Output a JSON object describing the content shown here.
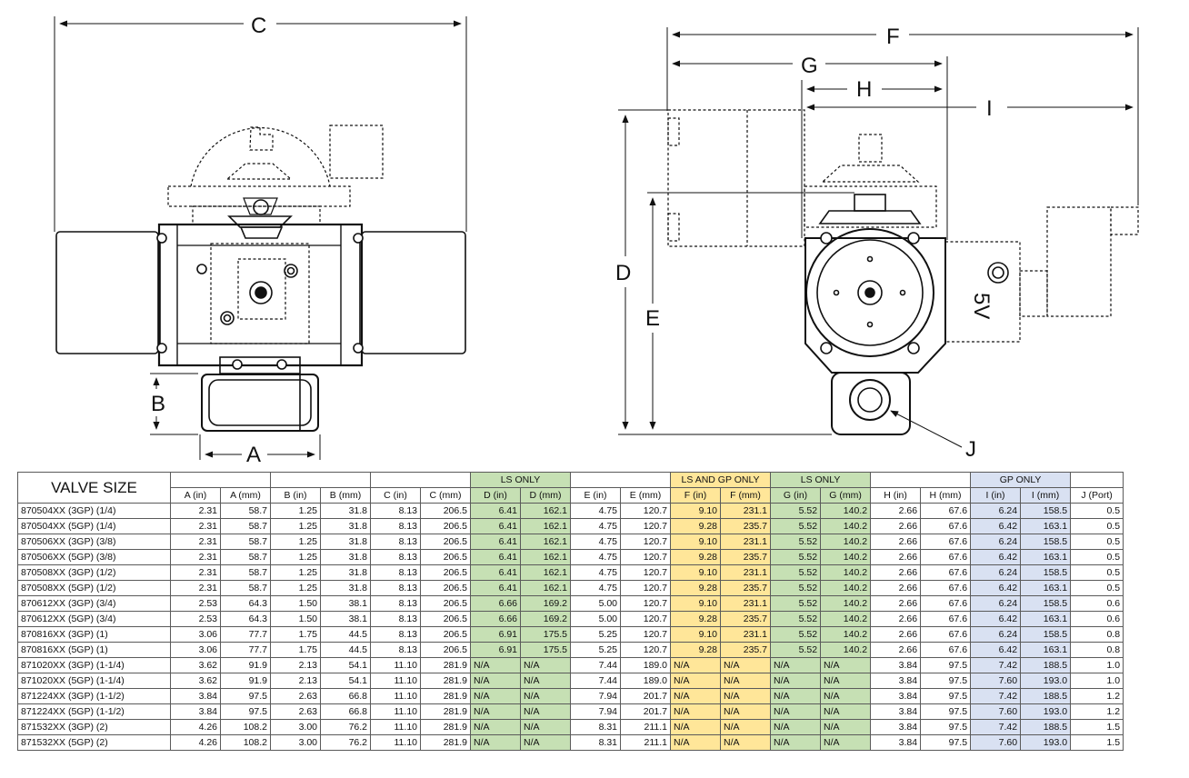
{
  "drawing": {
    "dimension_labels": {
      "A": "A",
      "B": "B",
      "C": "C",
      "D": "D",
      "E": "E",
      "F": "F",
      "G": "G",
      "H": "H",
      "I": "I",
      "J": "J"
    },
    "solenoid_marking": "5V"
  },
  "table": {
    "valve_size_label": "VALVE SIZE",
    "group_labels": {
      "d": "LS ONLY",
      "f": "LS AND GP ONLY",
      "g": "LS ONLY",
      "i": "GP ONLY"
    },
    "columns": [
      "A (in)",
      "A (mm)",
      "B (in)",
      "B (mm)",
      "C (in)",
      "C (mm)",
      "D (in)",
      "D (mm)",
      "E (in)",
      "E (mm)",
      "F (in)",
      "F (mm)",
      "G (in)",
      "G (mm)",
      "H (in)",
      "H (mm)",
      "I (in)",
      "I (mm)",
      "J (Port)"
    ],
    "rows": [
      {
        "name": "870504XX (3GP)  (1/4)",
        "v": [
          "2.31",
          "58.7",
          "1.25",
          "31.8",
          "8.13",
          "206.5",
          "6.41",
          "162.1",
          "4.75",
          "120.7",
          "9.10",
          "231.1",
          "5.52",
          "140.2",
          "2.66",
          "67.6",
          "6.24",
          "158.5",
          "0.5"
        ]
      },
      {
        "name": "870504XX (5GP)  (1/4)",
        "v": [
          "2.31",
          "58.7",
          "1.25",
          "31.8",
          "8.13",
          "206.5",
          "6.41",
          "162.1",
          "4.75",
          "120.7",
          "9.28",
          "235.7",
          "5.52",
          "140.2",
          "2.66",
          "67.6",
          "6.42",
          "163.1",
          "0.5"
        ]
      },
      {
        "name": "870506XX (3GP)  (3/8)",
        "v": [
          "2.31",
          "58.7",
          "1.25",
          "31.8",
          "8.13",
          "206.5",
          "6.41",
          "162.1",
          "4.75",
          "120.7",
          "9.10",
          "231.1",
          "5.52",
          "140.2",
          "2.66",
          "67.6",
          "6.24",
          "158.5",
          "0.5"
        ]
      },
      {
        "name": "870506XX (5GP)  (3/8)",
        "v": [
          "2.31",
          "58.7",
          "1.25",
          "31.8",
          "8.13",
          "206.5",
          "6.41",
          "162.1",
          "4.75",
          "120.7",
          "9.28",
          "235.7",
          "5.52",
          "140.2",
          "2.66",
          "67.6",
          "6.42",
          "163.1",
          "0.5"
        ]
      },
      {
        "name": "870508XX (3GP)  (1/2)",
        "v": [
          "2.31",
          "58.7",
          "1.25",
          "31.8",
          "8.13",
          "206.5",
          "6.41",
          "162.1",
          "4.75",
          "120.7",
          "9.10",
          "231.1",
          "5.52",
          "140.2",
          "2.66",
          "67.6",
          "6.24",
          "158.5",
          "0.5"
        ]
      },
      {
        "name": "870508XX (5GP)  (1/2)",
        "v": [
          "2.31",
          "58.7",
          "1.25",
          "31.8",
          "8.13",
          "206.5",
          "6.41",
          "162.1",
          "4.75",
          "120.7",
          "9.28",
          "235.7",
          "5.52",
          "140.2",
          "2.66",
          "67.6",
          "6.42",
          "163.1",
          "0.5"
        ]
      },
      {
        "name": "870612XX (3GP)  (3/4)",
        "v": [
          "2.53",
          "64.3",
          "1.50",
          "38.1",
          "8.13",
          "206.5",
          "6.66",
          "169.2",
          "5.00",
          "120.7",
          "9.10",
          "231.1",
          "5.52",
          "140.2",
          "2.66",
          "67.6",
          "6.24",
          "158.5",
          "0.6"
        ]
      },
      {
        "name": "870612XX (5GP)  (3/4)",
        "v": [
          "2.53",
          "64.3",
          "1.50",
          "38.1",
          "8.13",
          "206.5",
          "6.66",
          "169.2",
          "5.00",
          "120.7",
          "9.28",
          "235.7",
          "5.52",
          "140.2",
          "2.66",
          "67.6",
          "6.42",
          "163.1",
          "0.6"
        ]
      },
      {
        "name": "870816XX (3GP)  (1)",
        "v": [
          "3.06",
          "77.7",
          "1.75",
          "44.5",
          "8.13",
          "206.5",
          "6.91",
          "175.5",
          "5.25",
          "120.7",
          "9.10",
          "231.1",
          "5.52",
          "140.2",
          "2.66",
          "67.6",
          "6.24",
          "158.5",
          "0.8"
        ]
      },
      {
        "name": "870816XX (5GP)  (1)",
        "v": [
          "3.06",
          "77.7",
          "1.75",
          "44.5",
          "8.13",
          "206.5",
          "6.91",
          "175.5",
          "5.25",
          "120.7",
          "9.28",
          "235.7",
          "5.52",
          "140.2",
          "2.66",
          "67.6",
          "6.42",
          "163.1",
          "0.8"
        ]
      },
      {
        "name": "871020XX (3GP)  (1-1/4)",
        "v": [
          "3.62",
          "91.9",
          "2.13",
          "54.1",
          "11.10",
          "281.9",
          "N/A",
          "N/A",
          "7.44",
          "189.0",
          "N/A",
          "N/A",
          "N/A",
          "N/A",
          "3.84",
          "97.5",
          "7.42",
          "188.5",
          "1.0"
        ]
      },
      {
        "name": "871020XX (5GP)  (1-1/4)",
        "v": [
          "3.62",
          "91.9",
          "2.13",
          "54.1",
          "11.10",
          "281.9",
          "N/A",
          "N/A",
          "7.44",
          "189.0",
          "N/A",
          "N/A",
          "N/A",
          "N/A",
          "3.84",
          "97.5",
          "7.60",
          "193.0",
          "1.0"
        ]
      },
      {
        "name": "871224XX (3GP)  (1-1/2)",
        "v": [
          "3.84",
          "97.5",
          "2.63",
          "66.8",
          "11.10",
          "281.9",
          "N/A",
          "N/A",
          "7.94",
          "201.7",
          "N/A",
          "N/A",
          "N/A",
          "N/A",
          "3.84",
          "97.5",
          "7.42",
          "188.5",
          "1.2"
        ]
      },
      {
        "name": "871224XX (5GP)  (1-1/2)",
        "v": [
          "3.84",
          "97.5",
          "2.63",
          "66.8",
          "11.10",
          "281.9",
          "N/A",
          "N/A",
          "7.94",
          "201.7",
          "N/A",
          "N/A",
          "N/A",
          "N/A",
          "3.84",
          "97.5",
          "7.60",
          "193.0",
          "1.2"
        ]
      },
      {
        "name": "871532XX (3GP)  (2)",
        "v": [
          "4.26",
          "108.2",
          "3.00",
          "76.2",
          "11.10",
          "281.9",
          "N/A",
          "N/A",
          "8.31",
          "211.1",
          "N/A",
          "N/A",
          "N/A",
          "N/A",
          "3.84",
          "97.5",
          "7.42",
          "188.5",
          "1.5"
        ]
      },
      {
        "name": "871532XX (5GP)  (2)",
        "v": [
          "4.26",
          "108.2",
          "3.00",
          "76.2",
          "11.10",
          "281.9",
          "N/A",
          "N/A",
          "8.31",
          "211.1",
          "N/A",
          "N/A",
          "N/A",
          "N/A",
          "3.84",
          "97.5",
          "7.60",
          "193.0",
          "1.5"
        ]
      }
    ]
  },
  "colors": {
    "ls_only_fill": "#c6e0b4",
    "ls_and_gp_fill": "#ffe699",
    "gp_only_fill": "#d9e1f2",
    "grid": "#5a5a5a",
    "line": "#111111"
  }
}
